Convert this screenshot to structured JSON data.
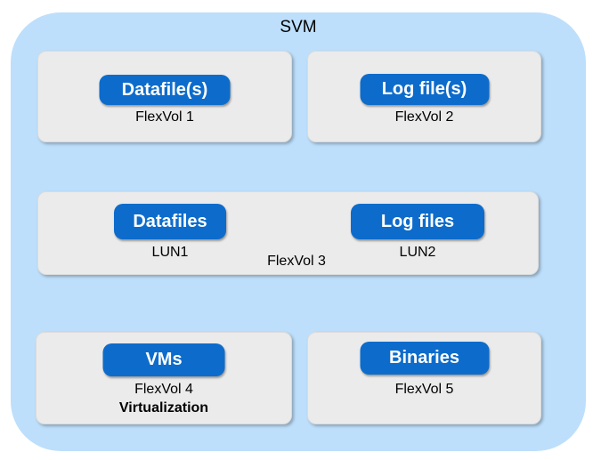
{
  "diagram": {
    "title": "SVM",
    "colors": {
      "container_bg": "#BDDFFB",
      "box_bg": "#EBEBEB",
      "badge_bg": "#0D6CCB",
      "badge_text": "#FFFFFF",
      "label_text": "#000000",
      "page_bg": "#FFFFFF"
    },
    "flexvol1": {
      "badge": "Datafile(s)",
      "label": "FlexVol 1"
    },
    "flexvol2": {
      "badge": "Log file(s)",
      "label": "FlexVol 2"
    },
    "flexvol3": {
      "label": "FlexVol 3",
      "lun1": {
        "badge": "Datafiles",
        "label": "LUN1"
      },
      "lun2": {
        "badge": "Log files",
        "label": "LUN2"
      }
    },
    "flexvol4": {
      "badge": "VMs",
      "label": "FlexVol 4",
      "sublabel": "Virtualization"
    },
    "flexvol5": {
      "badge": "Binaries",
      "label": "FlexVol 5"
    }
  }
}
